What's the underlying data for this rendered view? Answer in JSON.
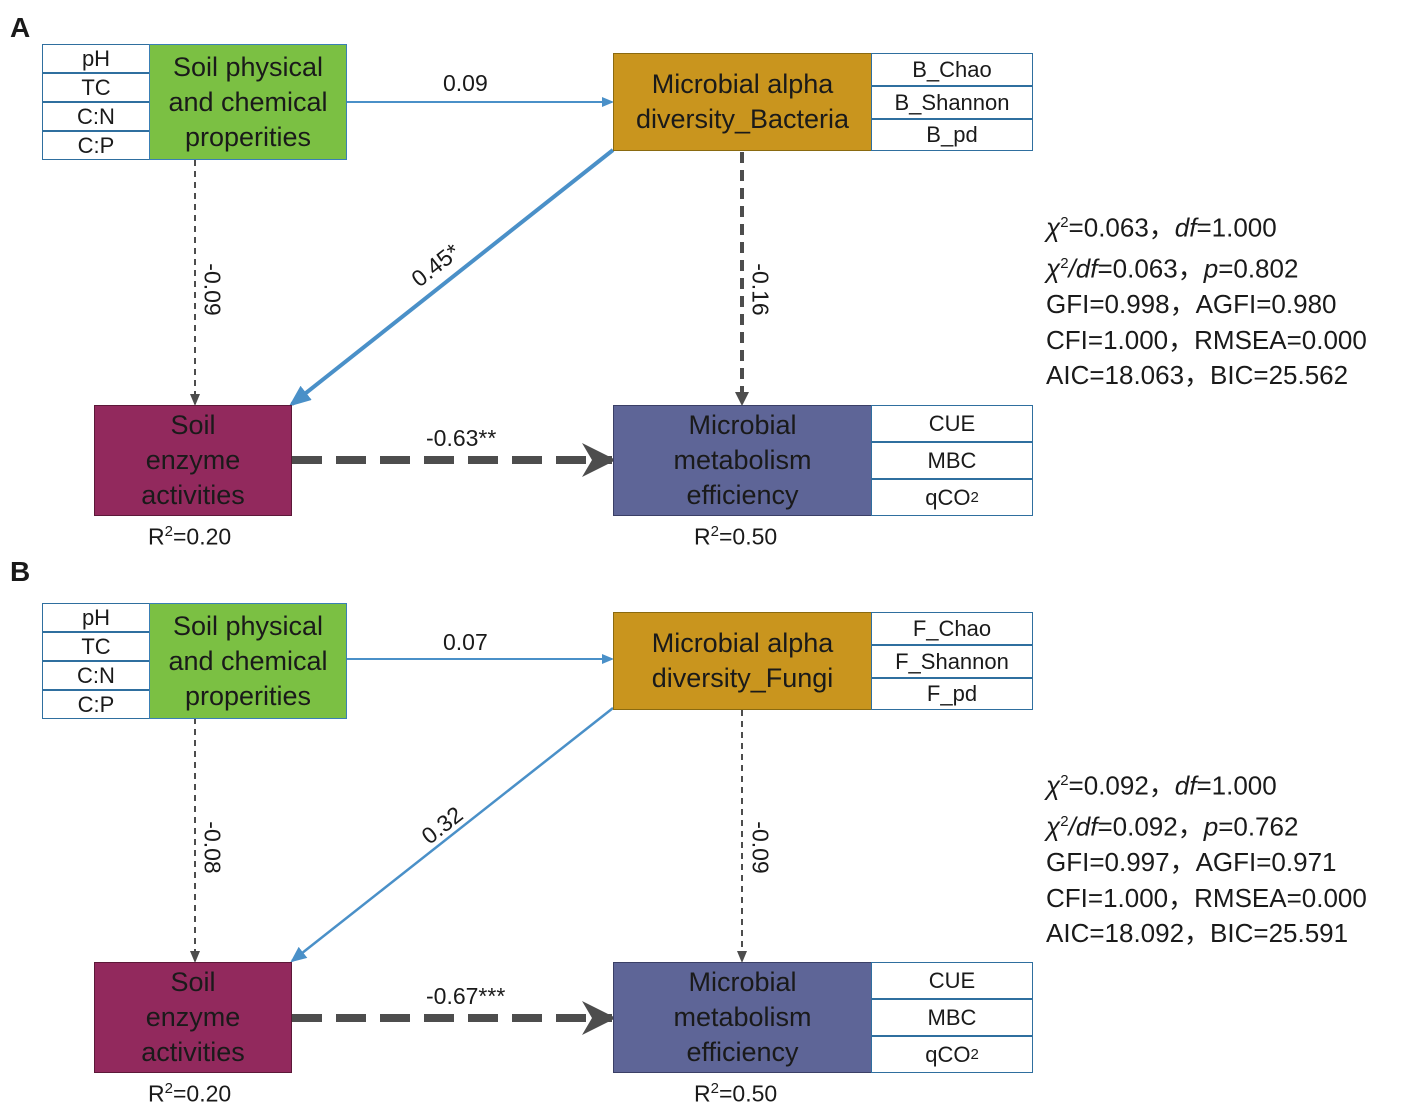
{
  "panels": [
    {
      "letter": "A",
      "soil_props": {
        "label_line1": "Soil physical",
        "label_line2": "and chemical",
        "label_line3": "properities",
        "indicators": [
          "pH",
          "TC",
          "C:N",
          "C:P"
        ]
      },
      "alpha": {
        "label_line1": "Microbial alpha",
        "label_line2": "diversity_Bacteria",
        "indicators": [
          "B_Chao",
          "B_Shannon",
          "B_pd"
        ]
      },
      "enzyme": {
        "label_line1": "Soil",
        "label_line2": "enzyme",
        "label_line3": "activities",
        "r2": "0.20"
      },
      "metab": {
        "label_line1": "Microbial",
        "label_line2": "metabolism",
        "label_line3": "efficiency",
        "indicators": [
          "CUE",
          "MBC",
          "qCO"
        ],
        "qco_sub": "2",
        "r2": "0.50"
      },
      "paths": {
        "props_to_alpha": "0.09",
        "props_to_enzyme": "-0.09",
        "alpha_to_enzyme": "0.45*",
        "alpha_to_metab": "-0.16",
        "enzyme_to_metab": "-0.63**"
      },
      "fit": {
        "chi2": "=0.063，",
        "df": "=1.000",
        "chi2df": "=0.063，",
        "p": "=0.802",
        "line3": "GFI=0.998，AGFI=0.980",
        "line4": "CFI=1.000，RMSEA=0.000",
        "line5": "AIC=18.063，BIC=25.562"
      }
    },
    {
      "letter": "B",
      "soil_props": {
        "label_line1": "Soil physical",
        "label_line2": "and chemical",
        "label_line3": "properities",
        "indicators": [
          "pH",
          "TC",
          "C:N",
          "C:P"
        ]
      },
      "alpha": {
        "label_line1": "Microbial alpha",
        "label_line2": "diversity_Fungi",
        "indicators": [
          "F_Chao",
          "F_Shannon",
          "F_pd"
        ]
      },
      "enzyme": {
        "label_line1": "Soil",
        "label_line2": "enzyme",
        "label_line3": "activities",
        "r2": "0.20"
      },
      "metab": {
        "label_line1": "Microbial",
        "label_line2": "metabolism",
        "label_line3": "efficiency",
        "indicators": [
          "CUE",
          "MBC",
          "qCO"
        ],
        "qco_sub": "2",
        "r2": "0.50"
      },
      "paths": {
        "props_to_alpha": "0.07",
        "props_to_enzyme": "-0.08",
        "alpha_to_enzyme": "0.32",
        "alpha_to_metab": "-0.09",
        "enzyme_to_metab": "-0.67***"
      },
      "fit": {
        "chi2": "=0.092，",
        "df": "=1.000",
        "chi2df": "=0.092，",
        "p": "=0.762",
        "line3": "GFI=0.997，AGFI=0.971",
        "line4": "CFI=1.000，RMSEA=0.000",
        "line5": "AIC=18.092，BIC=25.591"
      }
    }
  ],
  "common": {
    "r2_prefix": "R",
    "r2_sup": "2",
    "chi_symbol": "χ",
    "sup2": "2",
    "df_symbol": "df",
    "p_symbol": "p",
    "slash": "/",
    "equals": "="
  },
  "colors": {
    "blue_arrow": "#4a90c8",
    "grey_arrow": "#4d4d4d",
    "green": "#7bc043",
    "gold": "#c9951e",
    "magenta": "#92295d",
    "purple": "#5e6597"
  }
}
